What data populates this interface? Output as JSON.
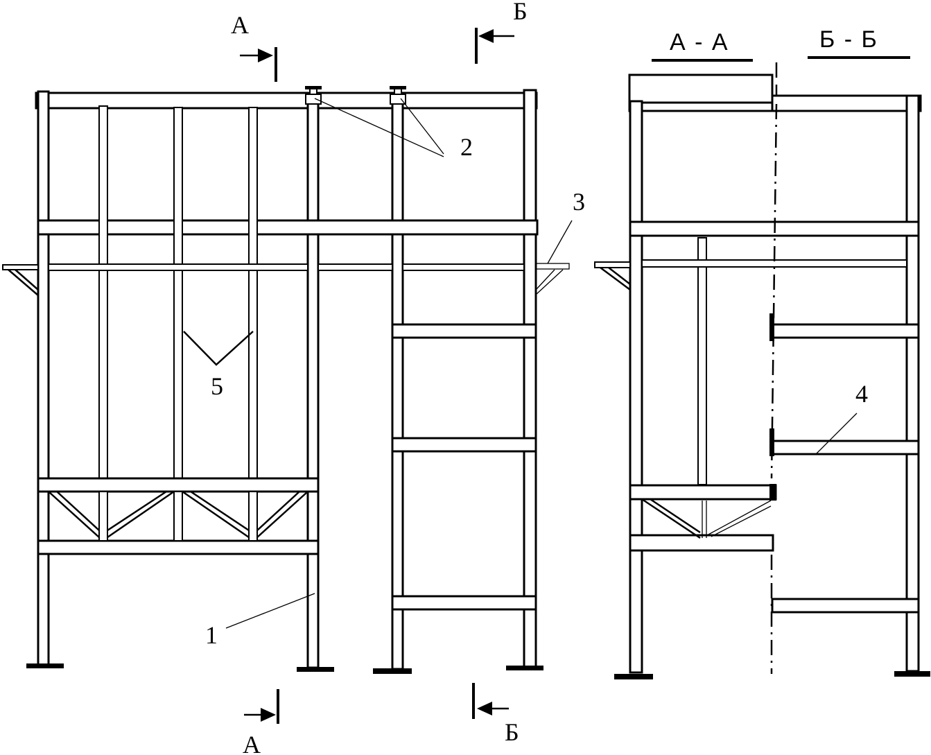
{
  "drawing": {
    "labels": {
      "leader_1": "1",
      "leader_2": "2",
      "leader_3": "3",
      "leader_4": "4",
      "leader_5": "5"
    },
    "section_marks": {
      "a_top": "А",
      "a_bottom": "А",
      "b_top": "Б",
      "b_bottom": "Б"
    },
    "section_titles": {
      "section_a": "А - А",
      "section_b": "Б - Б"
    }
  }
}
